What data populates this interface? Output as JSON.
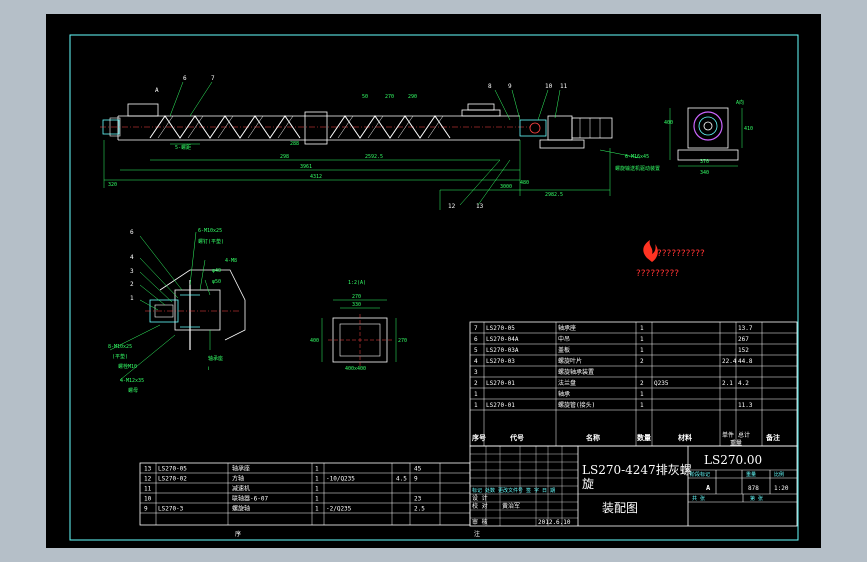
{
  "main_view": {
    "labels": {
      "n6": "6",
      "n7": "7",
      "n8": "8",
      "n9": "9",
      "n10": "10",
      "n11": "11",
      "n12": "12",
      "n13": "13",
      "nA": "A"
    },
    "dims": {
      "d1": "5-螺距",
      "d2": "298",
      "d3": "3961",
      "d4": "4312",
      "d5": "2592.5",
      "d6": "3000",
      "d7": "288",
      "d8": "2982.5",
      "d9": "320",
      "d10": "480",
      "d11": "270",
      "d12": "290",
      "d13": "50"
    },
    "notes": {
      "n1": "6-M16x45",
      "n2": "螺旋输送机驱动装置"
    }
  },
  "side_view": {
    "dims": {
      "d1": "A向",
      "d2": "340",
      "d3": "400",
      "d4": "410",
      "d5": "370"
    }
  },
  "detail_view": {
    "labels": {
      "n1": "1",
      "n2": "2",
      "n3": "3",
      "n4": "4",
      "n5": "6"
    },
    "notes": {
      "n1": "6-M10x25",
      "n2": "螺钉(平垫)",
      "n3": "Ⅰ",
      "n4": "φ40",
      "n5": "φ50",
      "n6": "4-M8",
      "n7": "8-M10x25",
      "n8": "(平垫)",
      "n9": "螺栓M10",
      "n10": "轴承座",
      "n11": "4-M12x35",
      "n12": "螺母"
    }
  },
  "section_view": {
    "dims": {
      "d1": "1:2(A)",
      "d2": "270",
      "d3": "330",
      "d4": "400",
      "d5": "270",
      "d6": "400x400"
    }
  },
  "logo": {
    "line1": "??????????",
    "line2": "?????????"
  },
  "bom_upper": {
    "rows": [
      {
        "no": "7",
        "code": "LS270-05",
        "name": "轴承座",
        "qty": "1",
        "mat": "",
        "unit": "",
        "total": "13.7"
      },
      {
        "no": "6",
        "code": "LS270-04A",
        "name": "中吊",
        "qty": "1",
        "mat": "",
        "unit": "",
        "total": "267"
      },
      {
        "no": "5",
        "code": "LS270-03A",
        "name": "盖板",
        "qty": "1",
        "mat": "",
        "unit": "",
        "total": "152"
      },
      {
        "no": "4",
        "code": "LS270-03",
        "name": "螺旋叶片",
        "qty": "2",
        "mat": "",
        "unit": "22.4",
        "total": "44.8"
      },
      {
        "no": "3",
        "code": "",
        "name": "螺旋轴承装置",
        "qty": "",
        "mat": "",
        "unit": "",
        "total": ""
      },
      {
        "no": "2",
        "code": "LS270-01",
        "name": "法兰盘",
        "qty": "2",
        "mat": "Q235",
        "unit": "2.1",
        "total": "4.2"
      },
      {
        "no": "1",
        "code": "",
        "name": "轴承",
        "qty": "1",
        "mat": "",
        "unit": "",
        "total": ""
      },
      {
        "no": "1",
        "code": "LS270-01",
        "name": "螺旋管(接头)",
        "qty": "1",
        "mat": "",
        "unit": "",
        "total": "11.3"
      }
    ],
    "header": {
      "no": "序号",
      "code": "代号",
      "name": "名称",
      "qty": "数量",
      "mat": "材料",
      "unit": "单件",
      "total": "总计",
      "weight": "重量",
      "note": "备注"
    }
  },
  "bom_lower": {
    "rows": [
      {
        "no": "13",
        "code": "LS270-05",
        "name": "轴承座",
        "qty": "1",
        "mat": "",
        "unit": "",
        "total": "45"
      },
      {
        "no": "12",
        "code": "LS270-02",
        "name": "方轴",
        "qty": "1",
        "mat": "-10/Q235",
        "unit": "4.5",
        "total": "9"
      },
      {
        "no": "11",
        "code": "",
        "name": "减速机",
        "qty": "1",
        "mat": "",
        "unit": "",
        "total": ""
      },
      {
        "no": "10",
        "code": "",
        "name": "联轴器-6-07",
        "qty": "1",
        "mat": "",
        "unit": "",
        "total": "23"
      },
      {
        "no": "9",
        "code": "LS270-3",
        "name": "螺旋轴",
        "qty": "1",
        "mat": "-2/Q235",
        "unit": "",
        "total": "2.5"
      }
    ],
    "footer": {
      "left": "序",
      "right": "注"
    }
  },
  "title_block": {
    "drawing_no": "LS270.00",
    "title1": "LS270-4247排灰螺",
    "title2": "旋",
    "title3": "装配图",
    "stage": "阶段标记",
    "weight": "重量",
    "scale": "比例",
    "stage_val": "A",
    "weight_val": "878",
    "scale_val": "1:20",
    "sheets": "共 张",
    "sheet": "第 张",
    "cols": "标记 处数 更改文件号 签 字 日 期",
    "r1": "设 计",
    "r2": "校 对",
    "r3": "审 核",
    "date": "2012.6.10",
    "designer": "黄治军"
  }
}
